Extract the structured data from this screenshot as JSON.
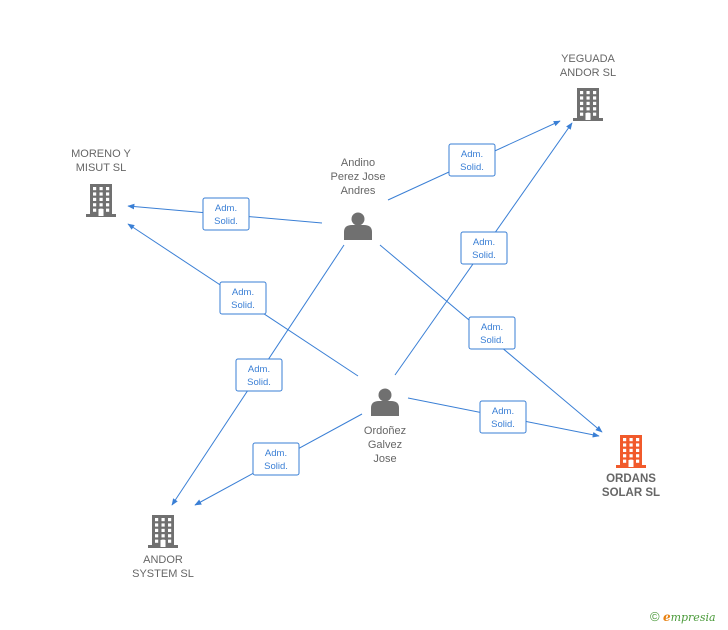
{
  "colors": {
    "edge": "#3a7fd5",
    "node": "#707070",
    "highlight": "#f15a2b"
  },
  "nodes": [
    {
      "id": "yeguada",
      "kind": "company",
      "lines": [
        "YEGUADA",
        "ANDOR SL"
      ],
      "icon": "building-icon"
    },
    {
      "id": "moreno",
      "kind": "company",
      "lines": [
        "MORENO Y",
        "MISUT SL"
      ],
      "icon": "building-icon"
    },
    {
      "id": "andino",
      "kind": "person",
      "lines": [
        "Andino",
        "Perez Jose",
        "Andres"
      ],
      "icon": "person-icon"
    },
    {
      "id": "ordonez",
      "kind": "person",
      "lines": [
        "Ordoñez",
        "Galvez",
        "Jose"
      ],
      "icon": "person-icon"
    },
    {
      "id": "ordans",
      "kind": "company",
      "highlight": true,
      "lines": [
        "ORDANS",
        "SOLAR SL"
      ],
      "icon": "building-icon"
    },
    {
      "id": "andor",
      "kind": "company",
      "lines": [
        "ANDOR",
        "SYSTEM SL"
      ],
      "icon": "building-icon"
    }
  ],
  "edges": [
    {
      "from": "andino",
      "to": "yeguada",
      "label": [
        "Adm.",
        "Solid."
      ]
    },
    {
      "from": "andino",
      "to": "moreno",
      "label": [
        "Adm.",
        "Solid."
      ]
    },
    {
      "from": "andino",
      "to": "ordans",
      "label": [
        "Adm.",
        "Solid."
      ]
    },
    {
      "from": "andino",
      "to": "andor",
      "label": [
        "Adm.",
        "Solid."
      ]
    },
    {
      "from": "ordonez",
      "to": "moreno",
      "label": [
        "Adm.",
        "Solid."
      ]
    },
    {
      "from": "ordonez",
      "to": "yeguada",
      "label": [
        "Adm.",
        "Solid."
      ]
    },
    {
      "from": "ordonez",
      "to": "ordans",
      "label": [
        "Adm.",
        "Solid."
      ]
    },
    {
      "from": "ordonez",
      "to": "andor",
      "label": [
        "Adm.",
        "Solid."
      ]
    }
  ],
  "brand": {
    "copyright": "©",
    "e": "e",
    "rest": "mpresia"
  }
}
